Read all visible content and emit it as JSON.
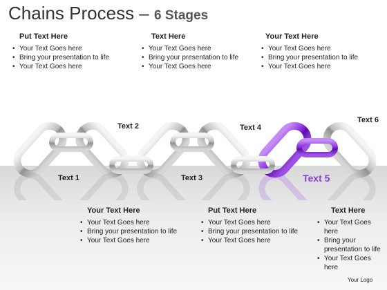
{
  "title": {
    "main": "Chains Process –",
    "sub": "6 Stages"
  },
  "colors": {
    "chain_steel": "#c9c9c9",
    "chain_highlight": "#7a1fd6",
    "highlight_text": "#8a3fd1"
  },
  "top_blocks": [
    {
      "heading": "Put Text Here",
      "bullets": [
        "Your Text Goes here",
        "Bring your presentation to life",
        "Your Text Goes here"
      ]
    },
    {
      "heading": "Text Here",
      "bullets": [
        "Your Text Goes here",
        "Bring your presentation to life",
        "Your Text Goes here"
      ]
    },
    {
      "heading": "Your Text Here",
      "bullets": [
        "Your Text Goes here",
        "Bring your presentation to life",
        "Your Text Goes here"
      ]
    }
  ],
  "bottom_blocks": [
    {
      "heading": "Your Text Here",
      "bullets": [
        "Your Text Goes here",
        "Bring your presentation to life",
        "Your Text Goes here"
      ]
    },
    {
      "heading": "Put Text Here",
      "bullets": [
        "Your Text Goes here",
        "Bring your presentation to life",
        "Your Text Goes here"
      ]
    },
    {
      "heading": "Text Here",
      "bullets": [
        "Your Text Goes here",
        "Bring your presentation to life",
        "Your Text Goes here"
      ]
    }
  ],
  "stage_labels": [
    "Text 1",
    "Text 2",
    "Text 3",
    "Text 4",
    "Text 5",
    "Text 6"
  ],
  "highlighted_stage": 5,
  "logo": "Your Logo"
}
